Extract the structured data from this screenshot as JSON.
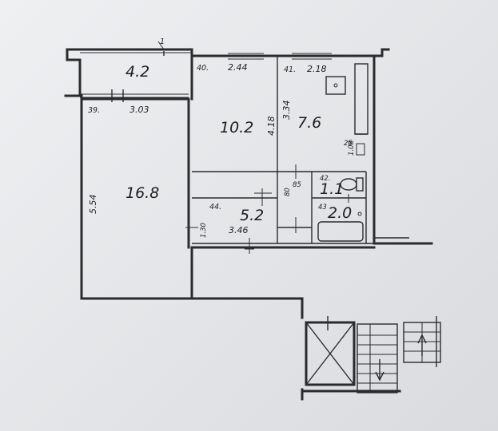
{
  "rooms": [
    {
      "id": "balcony",
      "area": "4.2",
      "number": "39.",
      "width": "3.03"
    },
    {
      "id": "room-large",
      "area": "16.8",
      "length": "5.54"
    },
    {
      "id": "room-middle",
      "area": "10.2",
      "number": "40.",
      "width": "2.44",
      "length": "4.18"
    },
    {
      "id": "kitchen",
      "area": "7.6",
      "number": "41.",
      "width": "2.18",
      "length": "3.34",
      "side": "1.08",
      "small": "25"
    },
    {
      "id": "toilet",
      "area": "1.1",
      "number": "42.",
      "code": "85"
    },
    {
      "id": "bathroom",
      "area": "2.0",
      "number": "43"
    },
    {
      "id": "hall",
      "area": "5.2",
      "number": "44.",
      "width": "3.46",
      "length": "1.30",
      "side": "80"
    }
  ],
  "marks": {
    "top_mark": "1"
  }
}
